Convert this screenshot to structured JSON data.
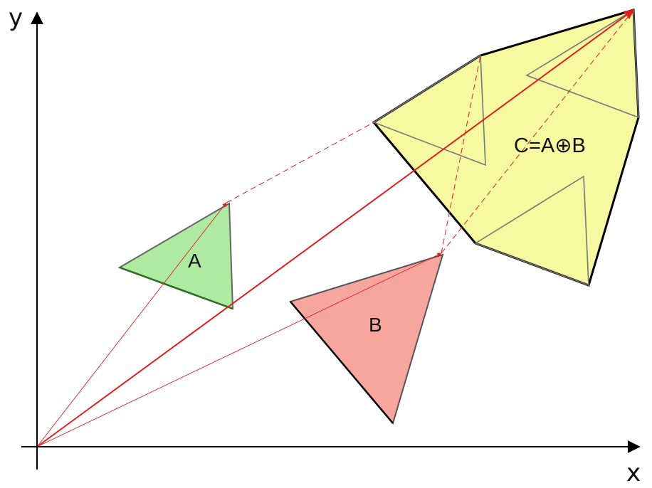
{
  "axes": {
    "x_label": "x",
    "y_label": "y"
  },
  "shapes": {
    "a": {
      "label": "A",
      "fill": "#aeeaa0",
      "stroke": "#2e6b24"
    },
    "b": {
      "label": "B",
      "fill": "#f7a69e",
      "stroke": "#555555"
    },
    "c": {
      "label": "C=A⊕B",
      "fill": "#f7f9a0",
      "stroke": "#000000"
    }
  },
  "colors": {
    "vector": "#e02020",
    "axis": "#000000"
  }
}
